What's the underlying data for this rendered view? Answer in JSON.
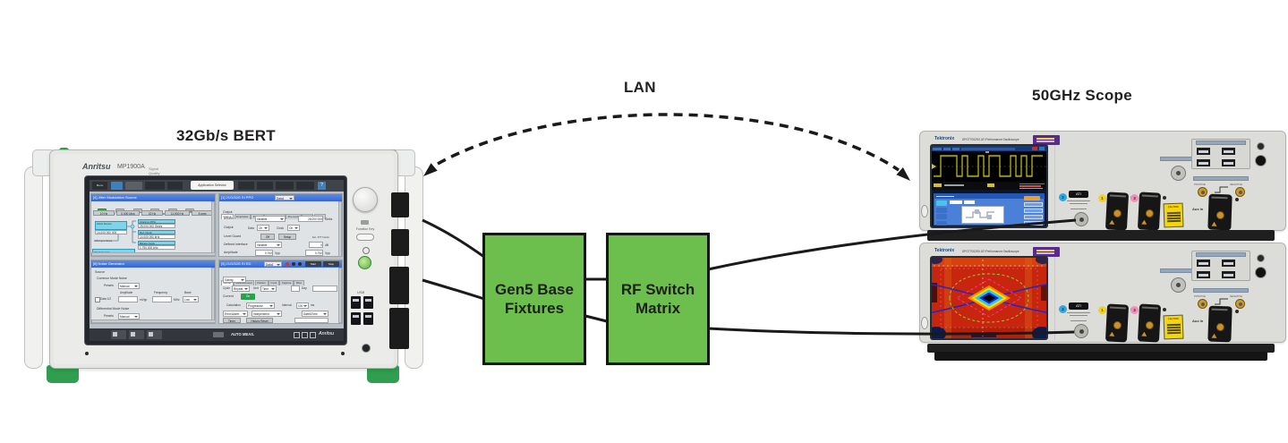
{
  "diagram": {
    "bert_label": "32Gb/s BERT",
    "lan_label": "LAN",
    "scope_label": "50GHz Scope",
    "fixtures_box": {
      "line1": "Gen5 Base",
      "line2": "Fixtures"
    },
    "switch_box": {
      "line1": "RF Switch",
      "line2": "Matrix"
    },
    "colors": {
      "box_green": "#6cbe4d",
      "bert_accent_green": "#2f9e4f",
      "line_black": "#1a1a1a",
      "heatmap_red": "#c8250f",
      "waveform_yellow": "#d8d428",
      "scope_badge_purple": "#5a2a8c",
      "panel_title_blue": "#3566d6"
    }
  },
  "bert": {
    "brand": "Anritsu",
    "model": "MP1900A",
    "model_desc": "Signal Quality Analyzer-R",
    "toolbar": {
      "menu": "Menu",
      "app_selector": "Application Selector",
      "help": "?"
    },
    "jitter": {
      "title": "[4] Jitter Modulation Source",
      "toggles": [
        {
          "n": "SJ1",
          "s": "On"
        },
        {
          "n": "SJ2",
          "s": "Off"
        },
        {
          "n": "SSC",
          "s": "Off"
        },
        {
          "n": "RJ",
          "s": "Off"
        },
        {
          "n": "BUJ",
          "s": "Off"
        },
        {
          "n": "SJ2",
          "s": "Off"
        }
      ],
      "values": [
        "10 Hz",
        "0.000 Ulpp",
        "22 Hz",
        "11.000 Hz",
        "5 ppm"
      ],
      "clock_source": "Clock Source",
      "clock_source_val": "14.000 000 000",
      "blocks": [
        {
          "n": "Clock to PPG",
          "v": "28.000 000 Gbit/s"
        },
        {
          "n": "Ref. Clock",
          "v": "14.000 000 kHz"
        },
        {
          "n": "Bitrate Clock",
          "v": "1.750 000 kHz"
        }
      ],
      "input_clock": "10M Input Clock",
      "footer": "Clock Source"
    },
    "ppg": {
      "title": "[1] 21G/32G SI PPG",
      "selector": "Data1",
      "tabs": [
        "Output",
        "Emphasis",
        "Pattern",
        "Error Addition",
        "Pre-Code",
        "Misc1",
        "Misc2"
      ],
      "group": "Output",
      "bitrate_label": "Bitrate",
      "bitrate_value": "Variable",
      "bitrate_num": "28.000 000",
      "bitrate_unit": "Gbit/s",
      "output_label": "Output",
      "data_label": "Data",
      "clock_label": "Clock",
      "on": "On",
      "level_guard": "Level Guard",
      "off": "Off",
      "setup": "Setup",
      "ext_att": "Ext. ATT Factor",
      "defined_if": "Defined Interface",
      "variable": "Variable",
      "db_num": "0",
      "db_unit": "dB",
      "amplitude": "Amplitude",
      "amp_value": "0.762",
      "amp_unit": "Vpp",
      "amp_value2": "0.752"
    },
    "noise": {
      "title": "[6] Noise Generator",
      "source": "Source",
      "common": "Common Mode Noise",
      "presets": "Presets",
      "manual": "Manual",
      "amplitude": "Amplitude",
      "frequency": "Frequency",
      "band": "Band",
      "data12": "Data 1/2",
      "mvpp": "mVpp",
      "mhz": "MHz",
      "low": "Low",
      "differential": "Differential Mode Noise"
    },
    "ed": {
      "title": "[5] 21G/32G SI ED",
      "selector": "Data1",
      "start": "Start",
      "stop": "Stop",
      "tabs": [
        "Result",
        "Measurement",
        "Pattern",
        "Input",
        "Capture",
        "Misc"
      ],
      "gating": "Gating",
      "cycle": "Cycle",
      "repeat": "Repeat",
      "unit": "Unit",
      "time": "Time",
      "day": "Day",
      "current": "Current",
      "on": "On",
      "calculation": "Calculation",
      "progressive": "Progressive",
      "interval": "Interval",
      "i100": "100",
      "ms": "ms",
      "error_alarm": "Error/Alarm",
      "independent": "Independent",
      "datetime": "Date&Time",
      "timer": "Timer",
      "history": "History Reset"
    },
    "taskbar": {
      "auto_meas": "AUTO MEAS.",
      "logo": "Anritsu"
    },
    "controls": {
      "function_key": "Function Key",
      "usb": "USB"
    }
  },
  "scope": {
    "brand": "Tektronix",
    "model": "DPO77002SX ATI Performance Oscilloscope",
    "ch1": "1",
    "ch2": "2",
    "ch3": "3",
    "ati": "ATI",
    "aux_in": "Aux In",
    "caution": "CAUTION",
    "positive": "POSITIVE",
    "negative": "NEGATIVE"
  }
}
